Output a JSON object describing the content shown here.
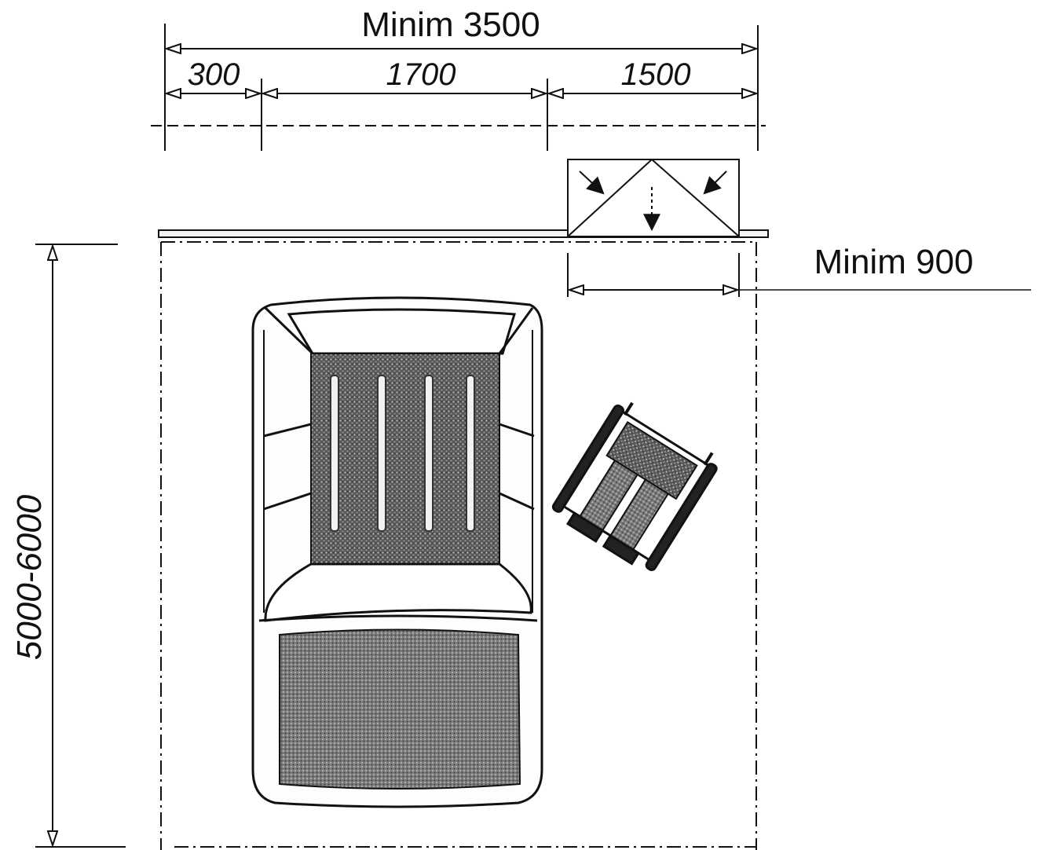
{
  "dimensions": {
    "total_width": "Minim 3500",
    "segment_left": "300",
    "segment_middle": "1700",
    "segment_right": "1500",
    "access_width": "Minim 900",
    "bay_length": "5000-6000"
  },
  "icons": {
    "car": "car-top-view-icon",
    "wheelchair": "wheelchair-user-icon",
    "ramp": "ramp-icon"
  }
}
